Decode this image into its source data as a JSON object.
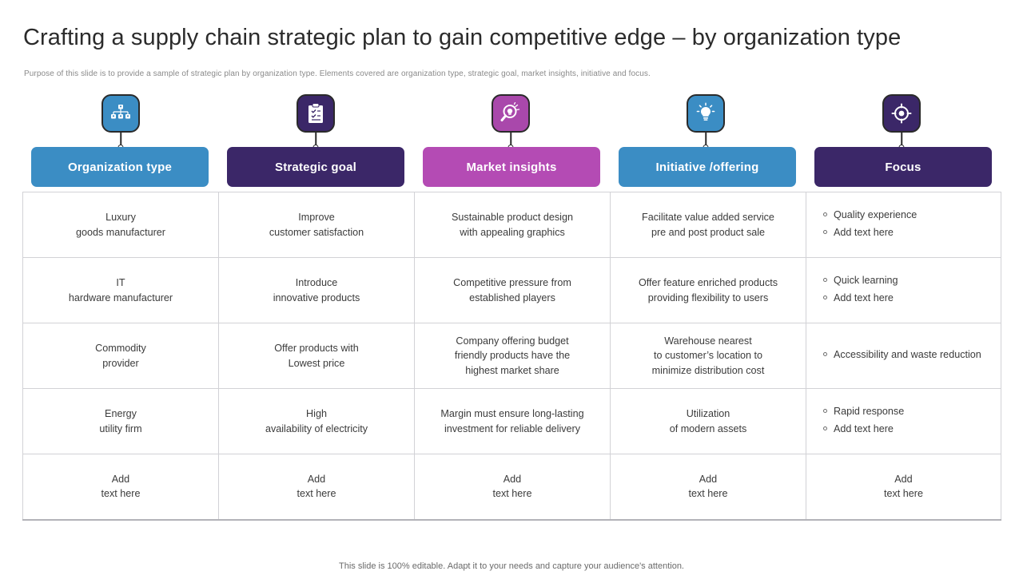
{
  "header": {
    "title": "Crafting a supply chain strategic plan to gain competitive edge – by organization type",
    "subtitle": "Purpose of this slide is to provide a sample of strategic plan by organization type. Elements  covered are organization type, strategic goal, market insights, initiative and focus."
  },
  "columns": [
    {
      "label": "Organization type",
      "color": "#3b8dc4",
      "icon": "org-chart-icon",
      "icon_bg": "#3b8dc4"
    },
    {
      "label": "Strategic goal",
      "color": "#3b2768",
      "icon": "clipboard-icon",
      "icon_bg": "#3b2768"
    },
    {
      "label": "Market insights",
      "color": "#b44bb4",
      "icon": "insight-magnifier-icon",
      "icon_bg": "#a948ab"
    },
    {
      "label": "Initiative /offering",
      "color": "#3b8dc4",
      "icon": "lightbulb-idea-icon",
      "icon_bg": "#3b8dc4"
    },
    {
      "label": "Focus",
      "color": "#3b2768",
      "icon": "target-icon",
      "icon_bg": "#3b2768"
    }
  ],
  "rows": [
    {
      "organization_type": [
        "Luxury",
        "goods manufacturer"
      ],
      "strategic_goal": [
        "Improve",
        "customer satisfaction"
      ],
      "market_insights": [
        "Sustainable product design",
        "with appealing graphics"
      ],
      "initiative": [
        "Facilitate value added service",
        "pre and post product sale"
      ],
      "focus": [
        "Quality experience",
        "Add text here"
      ]
    },
    {
      "organization_type": [
        "IT",
        "hardware manufacturer"
      ],
      "strategic_goal": [
        "Introduce",
        "innovative products"
      ],
      "market_insights": [
        "Competitive pressure from",
        "established players"
      ],
      "initiative": [
        "Offer feature enriched products",
        "providing flexibility to users"
      ],
      "focus": [
        "Quick learning",
        "Add text here"
      ]
    },
    {
      "organization_type": [
        "Commodity",
        "provider"
      ],
      "strategic_goal": [
        "Offer products with",
        "Lowest price"
      ],
      "market_insights": [
        "Company offering budget",
        "friendly products have the",
        "highest market share"
      ],
      "initiative": [
        "Warehouse nearest",
        "to customer’s location to",
        "minimize distribution cost"
      ],
      "focus": [
        "Accessibility and waste reduction"
      ]
    },
    {
      "organization_type": [
        "Energy",
        "utility firm"
      ],
      "strategic_goal": [
        "High",
        "availability of electricity"
      ],
      "market_insights": [
        "Margin must ensure long-lasting",
        "investment for reliable delivery"
      ],
      "initiative": [
        "Utilization",
        "of modern assets"
      ],
      "focus": [
        "Rapid response",
        "Add text here"
      ]
    },
    {
      "organization_type": [
        "Add",
        "text here"
      ],
      "strategic_goal": [
        "Add",
        "text here"
      ],
      "market_insights": [
        "Add",
        "text here"
      ],
      "initiative": [
        "Add",
        "text here"
      ],
      "focus_plain": [
        "Add",
        "text here"
      ]
    }
  ],
  "footer": {
    "note": "This slide is 100% editable. Adapt it to your needs and capture your audience's attention."
  }
}
